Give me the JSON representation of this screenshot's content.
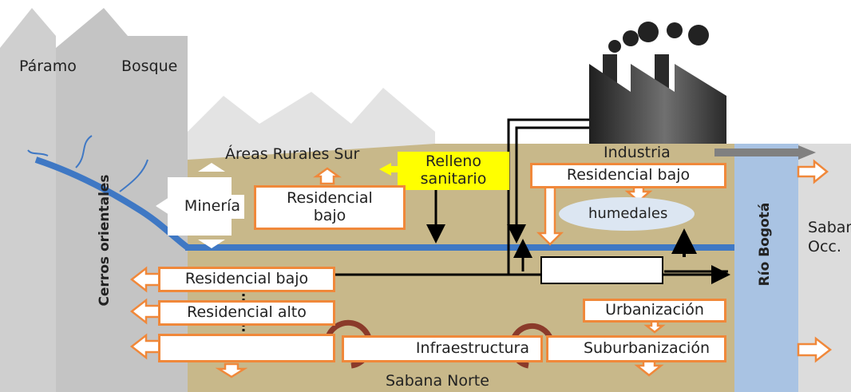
{
  "labels": {
    "paramo": "Páramo",
    "bosque": "Bosque",
    "rurales_sur": "Áreas Rurales Sur",
    "relleno": "Relleno\nsanitario",
    "industria": "Industria",
    "residencial_bajo_top": "Residencial bajo",
    "mineria": "Minería",
    "residencial_bajo_rural": "Residencial\nbajo",
    "humedales": "humedales",
    "cerros": "Cerros orientales",
    "rio": "Río Bogotá",
    "sabana_occ": "Sabana\nOcc.",
    "residencial_bajo_left": "Residencial bajo",
    "residencial_alto": "Residencial alto",
    "urbanizacion": "Urbanización",
    "infraestructura": "Infraestructura",
    "suburbanizacion": "Suburbanización",
    "sabana_norte": "Sabana Norte"
  },
  "colors": {
    "mountain": "#cfcfcf",
    "sabana": "#c8b88a",
    "river": "#a9c3e3",
    "stream": "#3f78c4",
    "orange": "#f0883a",
    "relleno": "#ffff00",
    "humedales": "#dce6f2",
    "cycle": "#8b3a2a",
    "factory": "#333333",
    "grey_arrow": "#808080"
  }
}
